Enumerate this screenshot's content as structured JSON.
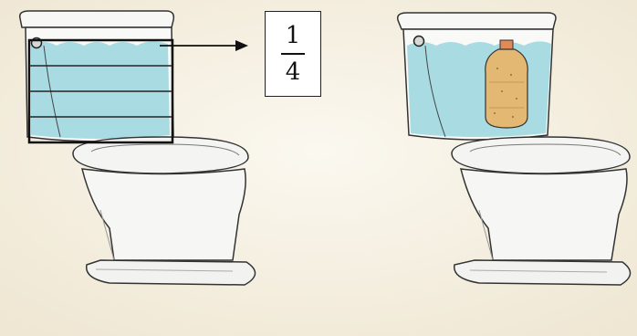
{
  "figure": {
    "fraction_label": {
      "numerator": "1",
      "denominator": "4"
    },
    "left_toilet": {
      "tank_divisions": 4,
      "water_color": "#a9dbe3"
    },
    "right_toilet": {
      "has_bottle_in_tank": true,
      "water_color": "#a9dbe3",
      "bottle_fill_color": "#e3b873"
    }
  }
}
